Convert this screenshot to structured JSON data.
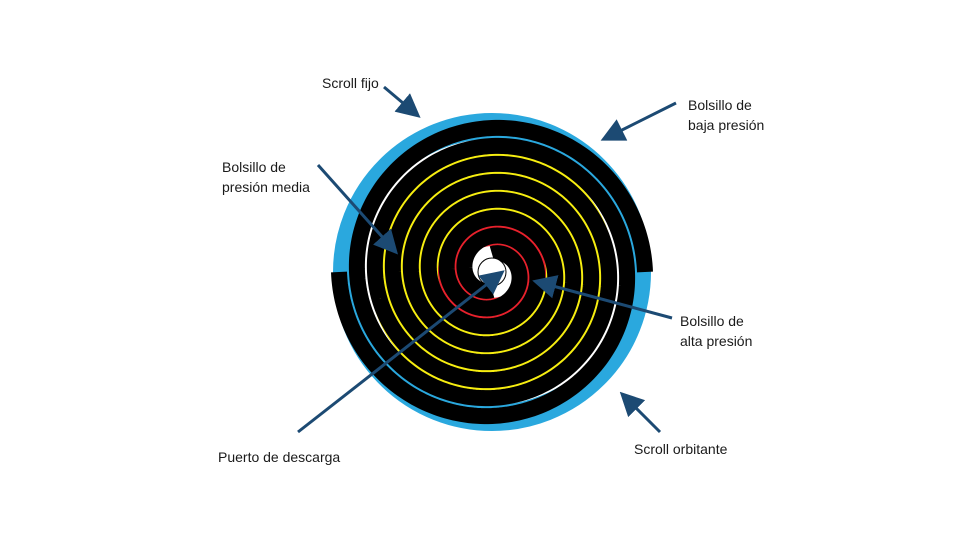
{
  "colors": {
    "fixed_scroll": "#000000",
    "orbiting_scroll": "#000000",
    "low_pressure": "#2aa8de",
    "medium_pressure": "#f7ee10",
    "high_pressure": "#e8212c",
    "arrow": "#1c4a73",
    "discharge_port": "#ffffff"
  },
  "labels": {
    "fixed_scroll": "Scroll fijo",
    "low_pressure_line1": "Bolsillo de",
    "low_pressure_line2": "baja presión",
    "medium_pressure_line1": "Bolsillo de",
    "medium_pressure_line2": "presión media",
    "high_pressure_line1": "Bolsillo de",
    "high_pressure_line2": "alta presión",
    "orbiting_scroll": "Scroll orbitante",
    "discharge_port": "Puerto de descarga"
  }
}
